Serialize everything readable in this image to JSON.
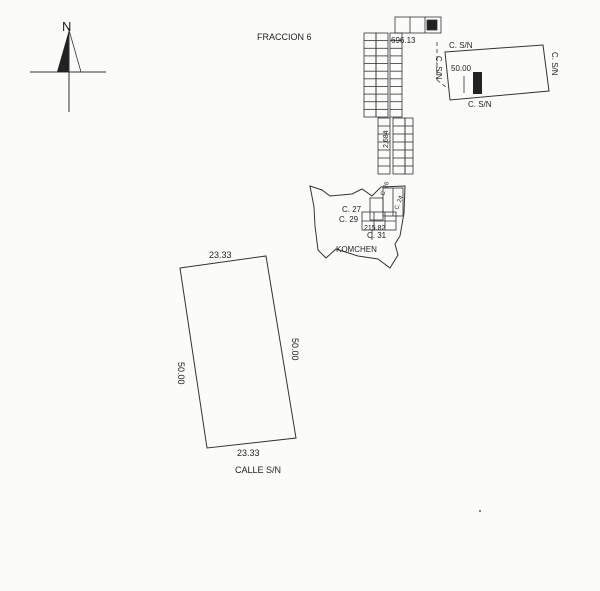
{
  "map": {
    "title": "FRACCION 6",
    "north": "N",
    "streets": {
      "top_right": "C. S/N",
      "right_vertical": "C. S/N",
      "left_vertical": "C. S/N",
      "bottom_small": "C. S/N",
      "main_bottom": "CALLE S/N",
      "c27": "C. 27",
      "c29": "C. 29",
      "c31": "C. 31",
      "c26": "C. 26",
      "c24": "C. 24"
    },
    "measures": {
      "top_dimension": "696.13",
      "vertical_dimension": "2,684",
      "small_lot_width": "50.00",
      "lot_top": "23.33",
      "lot_bottom": "23.33",
      "lot_left": "50.00",
      "lot_right": "50.00",
      "town_small": "215.82"
    },
    "town": "KOMCHEN"
  },
  "colors": {
    "line": "#333333",
    "fill": "#222222",
    "background": "#fbfbfa"
  }
}
